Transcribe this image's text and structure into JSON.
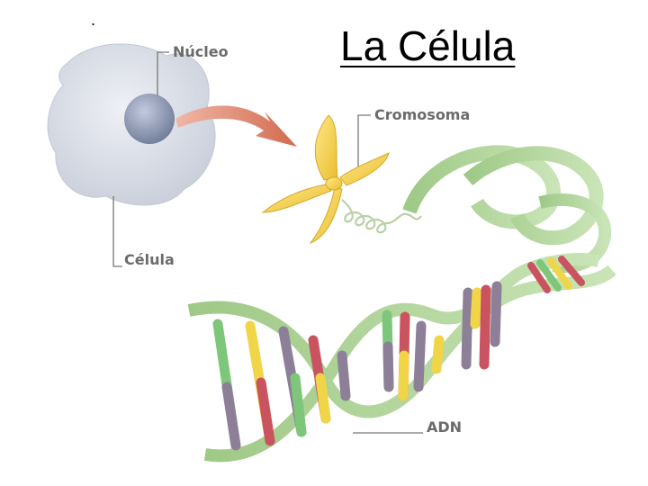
{
  "slide": {
    "title": "La Célula",
    "bullet": "."
  },
  "labels": {
    "nucleus": "Núcleo",
    "chromosome": "Cromosoma",
    "cell": "Célula",
    "dna": "ADN"
  },
  "colors": {
    "cell_body": "#d9dde6",
    "nucleus": "#8f9bb5",
    "arrow": "#d9785e",
    "chromosome": "#f2cf55",
    "dna_backbone": "#a9cf94",
    "base_green": "#7ec77a",
    "base_yellow": "#f0d548",
    "base_red": "#c9545f",
    "base_purple": "#8d7f98",
    "label_text": "#6b6b6b"
  }
}
